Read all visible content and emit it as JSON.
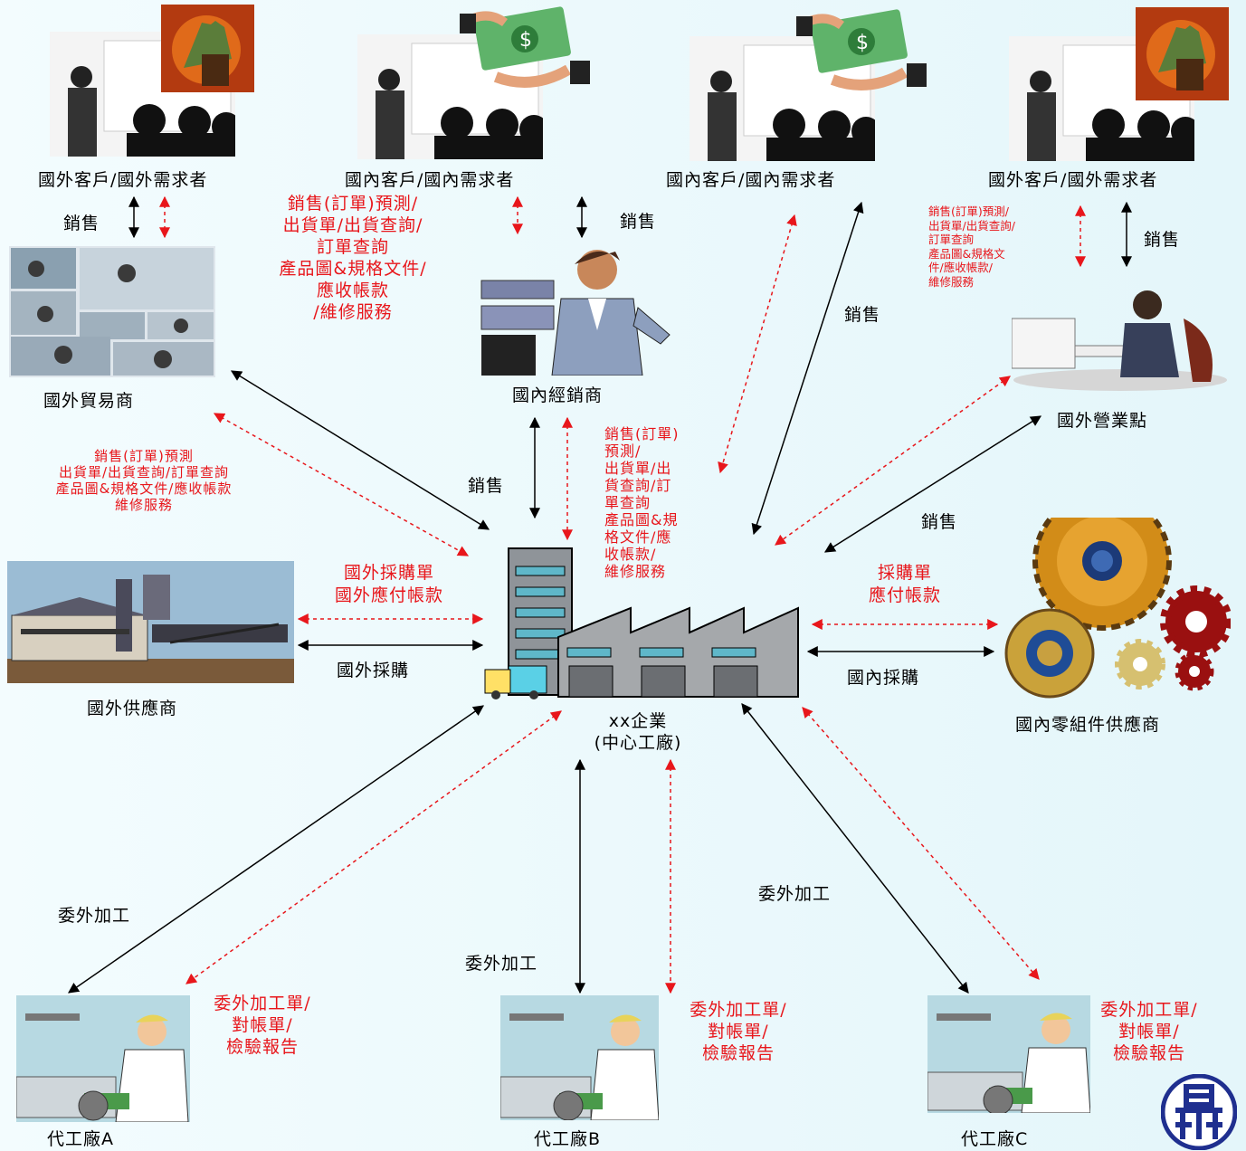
{
  "nodes": {
    "foreign_customer_left": "國外客戶/國外需求者",
    "domestic_customer_1": "國內客戶/國內需求者",
    "domestic_customer_2": "國內客戶/國內需求者",
    "foreign_customer_right": "國外客戶/國外需求者",
    "foreign_trader": "國外貿易商",
    "domestic_distributor": "國內經銷商",
    "foreign_sales_office": "國外營業點",
    "foreign_supplier": "國外供應商",
    "center_name": "xx企業",
    "center_sub": "(中心工廠)",
    "domestic_parts_supplier": "國內零組件供應商",
    "oem_a": "代工廠A",
    "oem_b": "代工廠B",
    "oem_c": "代工廠C"
  },
  "flows": {
    "sales": "銷售",
    "foreign_purchase": "國外採購",
    "domestic_purchase": "國內採購",
    "outsource": "委外加工",
    "foreign_po": "國外採購單\n國外應付帳款",
    "po": "採購單\n應付帳款",
    "distributor_docs": "銷售(訂單)預測/\n出貨單/出貨查詢/\n訂單查詢\n產品圖&規格文件/\n應收帳款\n/維修服務",
    "trader_docs": "銷售(訂單)預測\n出貨單/出貨查詢/訂單查詢\n產品圖&規格文件/應收帳款\n維修服務",
    "sales_office_docs": "銷售(訂單)預測/\n出貨單/出貨查詢/\n訂單查詢\n產品圖&規格文\n件/應收帳款/\n維修服務",
    "center_docs": "銷售(訂單)\n預測/\n出貨單/出\n貨查詢/訂\n單查詢\n產品圖&規\n格文件/應\n收帳款/\n維修服務",
    "oem_docs": "委外加工單/\n對帳單/\n檢驗報告"
  },
  "colors": {
    "solid": "#000000",
    "dashed": "#e8161b",
    "background": "#e6f7fb",
    "logo": "#1f2f8f"
  }
}
